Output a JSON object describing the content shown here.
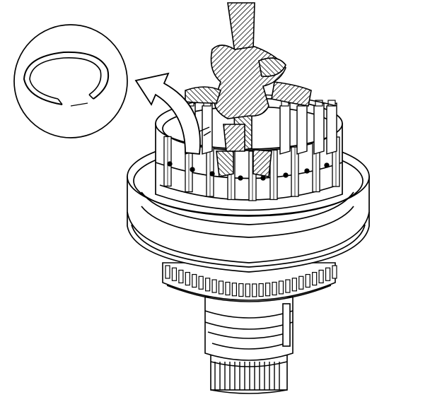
{
  "diagram": {
    "subject": "clutch-housing-assembly",
    "callout": "retaining-ring-detail",
    "action": "remove-snap-ring",
    "colors": {
      "line": "#000000",
      "paper": "#ffffff",
      "hatch": "#6e6e6e"
    }
  }
}
